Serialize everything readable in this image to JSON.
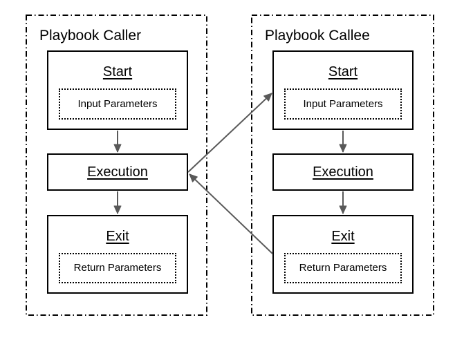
{
  "diagram": {
    "type": "flowchart",
    "background": "#ffffff",
    "box_border_color": "#000000",
    "arrow_color": "#595959"
  },
  "panels": [
    {
      "id": "caller",
      "title": "Playbook Caller",
      "nodes": [
        {
          "id": "caller-start",
          "label": "Start",
          "param": "Input Parameters"
        },
        {
          "id": "caller-execution",
          "label": "Execution"
        },
        {
          "id": "caller-exit",
          "label": "Exit",
          "param": "Return Parameters"
        }
      ]
    },
    {
      "id": "callee",
      "title": "Playbook Callee",
      "nodes": [
        {
          "id": "callee-start",
          "label": "Start",
          "param": "Input Parameters"
        },
        {
          "id": "callee-execution",
          "label": "Execution"
        },
        {
          "id": "callee-exit",
          "label": "Exit",
          "param": "Return Parameters"
        }
      ]
    }
  ],
  "edges": [
    {
      "from": "caller-start",
      "to": "caller-execution"
    },
    {
      "from": "caller-execution",
      "to": "caller-exit"
    },
    {
      "from": "caller-execution",
      "to": "callee-start"
    },
    {
      "from": "callee-start",
      "to": "callee-execution"
    },
    {
      "from": "callee-execution",
      "to": "callee-exit"
    },
    {
      "from": "callee-exit",
      "to": "caller-execution"
    }
  ]
}
